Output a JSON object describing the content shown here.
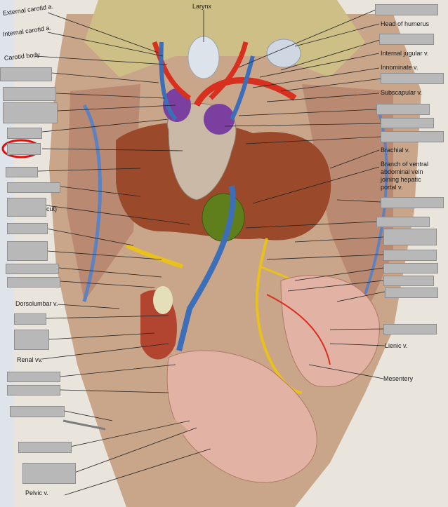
{
  "colors": {
    "page": "#e9e4dc",
    "label_box": "#b8b8b8",
    "highlight": "#e01010",
    "artery": "#d8301e",
    "vein": "#3d6fb8",
    "nerve": "#e8c21a",
    "liver": "#9a4a2a",
    "heart": "#c9b9a6",
    "gallbladder": "#5f7f1c",
    "intestine": "#e2b3a4"
  },
  "labels": {
    "top": {
      "larynx": "Larynx"
    },
    "left": {
      "external_carotid": "External carotid a.",
      "internal_carotid": "Internal carotid a.",
      "carotid_body": "Carotid body",
      "cut_fragment": "cut)",
      "dorsolumbar": "Dorsolumbar v.",
      "renal_vv": "Renal vv.",
      "pelvic": "Pelvic v."
    },
    "right": {
      "head_of_humerus": "Head of humerus",
      "internal_jugular": "Internal jugular v.",
      "innominate": "Innominate v.",
      "subscapular": "Subscapular v.",
      "brachial": "Brachial v.",
      "ventral_abdominal_1": "Branch of ventral",
      "ventral_abdominal_2": "abdominal vein",
      "ventral_abdominal_3": "joining hepatic",
      "ventral_abdominal_4": "portal v.",
      "lienic": "Lienic v.",
      "mesentery": "Mesentery"
    }
  },
  "highlight": {
    "shape": "ellipse",
    "marks": "blank label box"
  }
}
